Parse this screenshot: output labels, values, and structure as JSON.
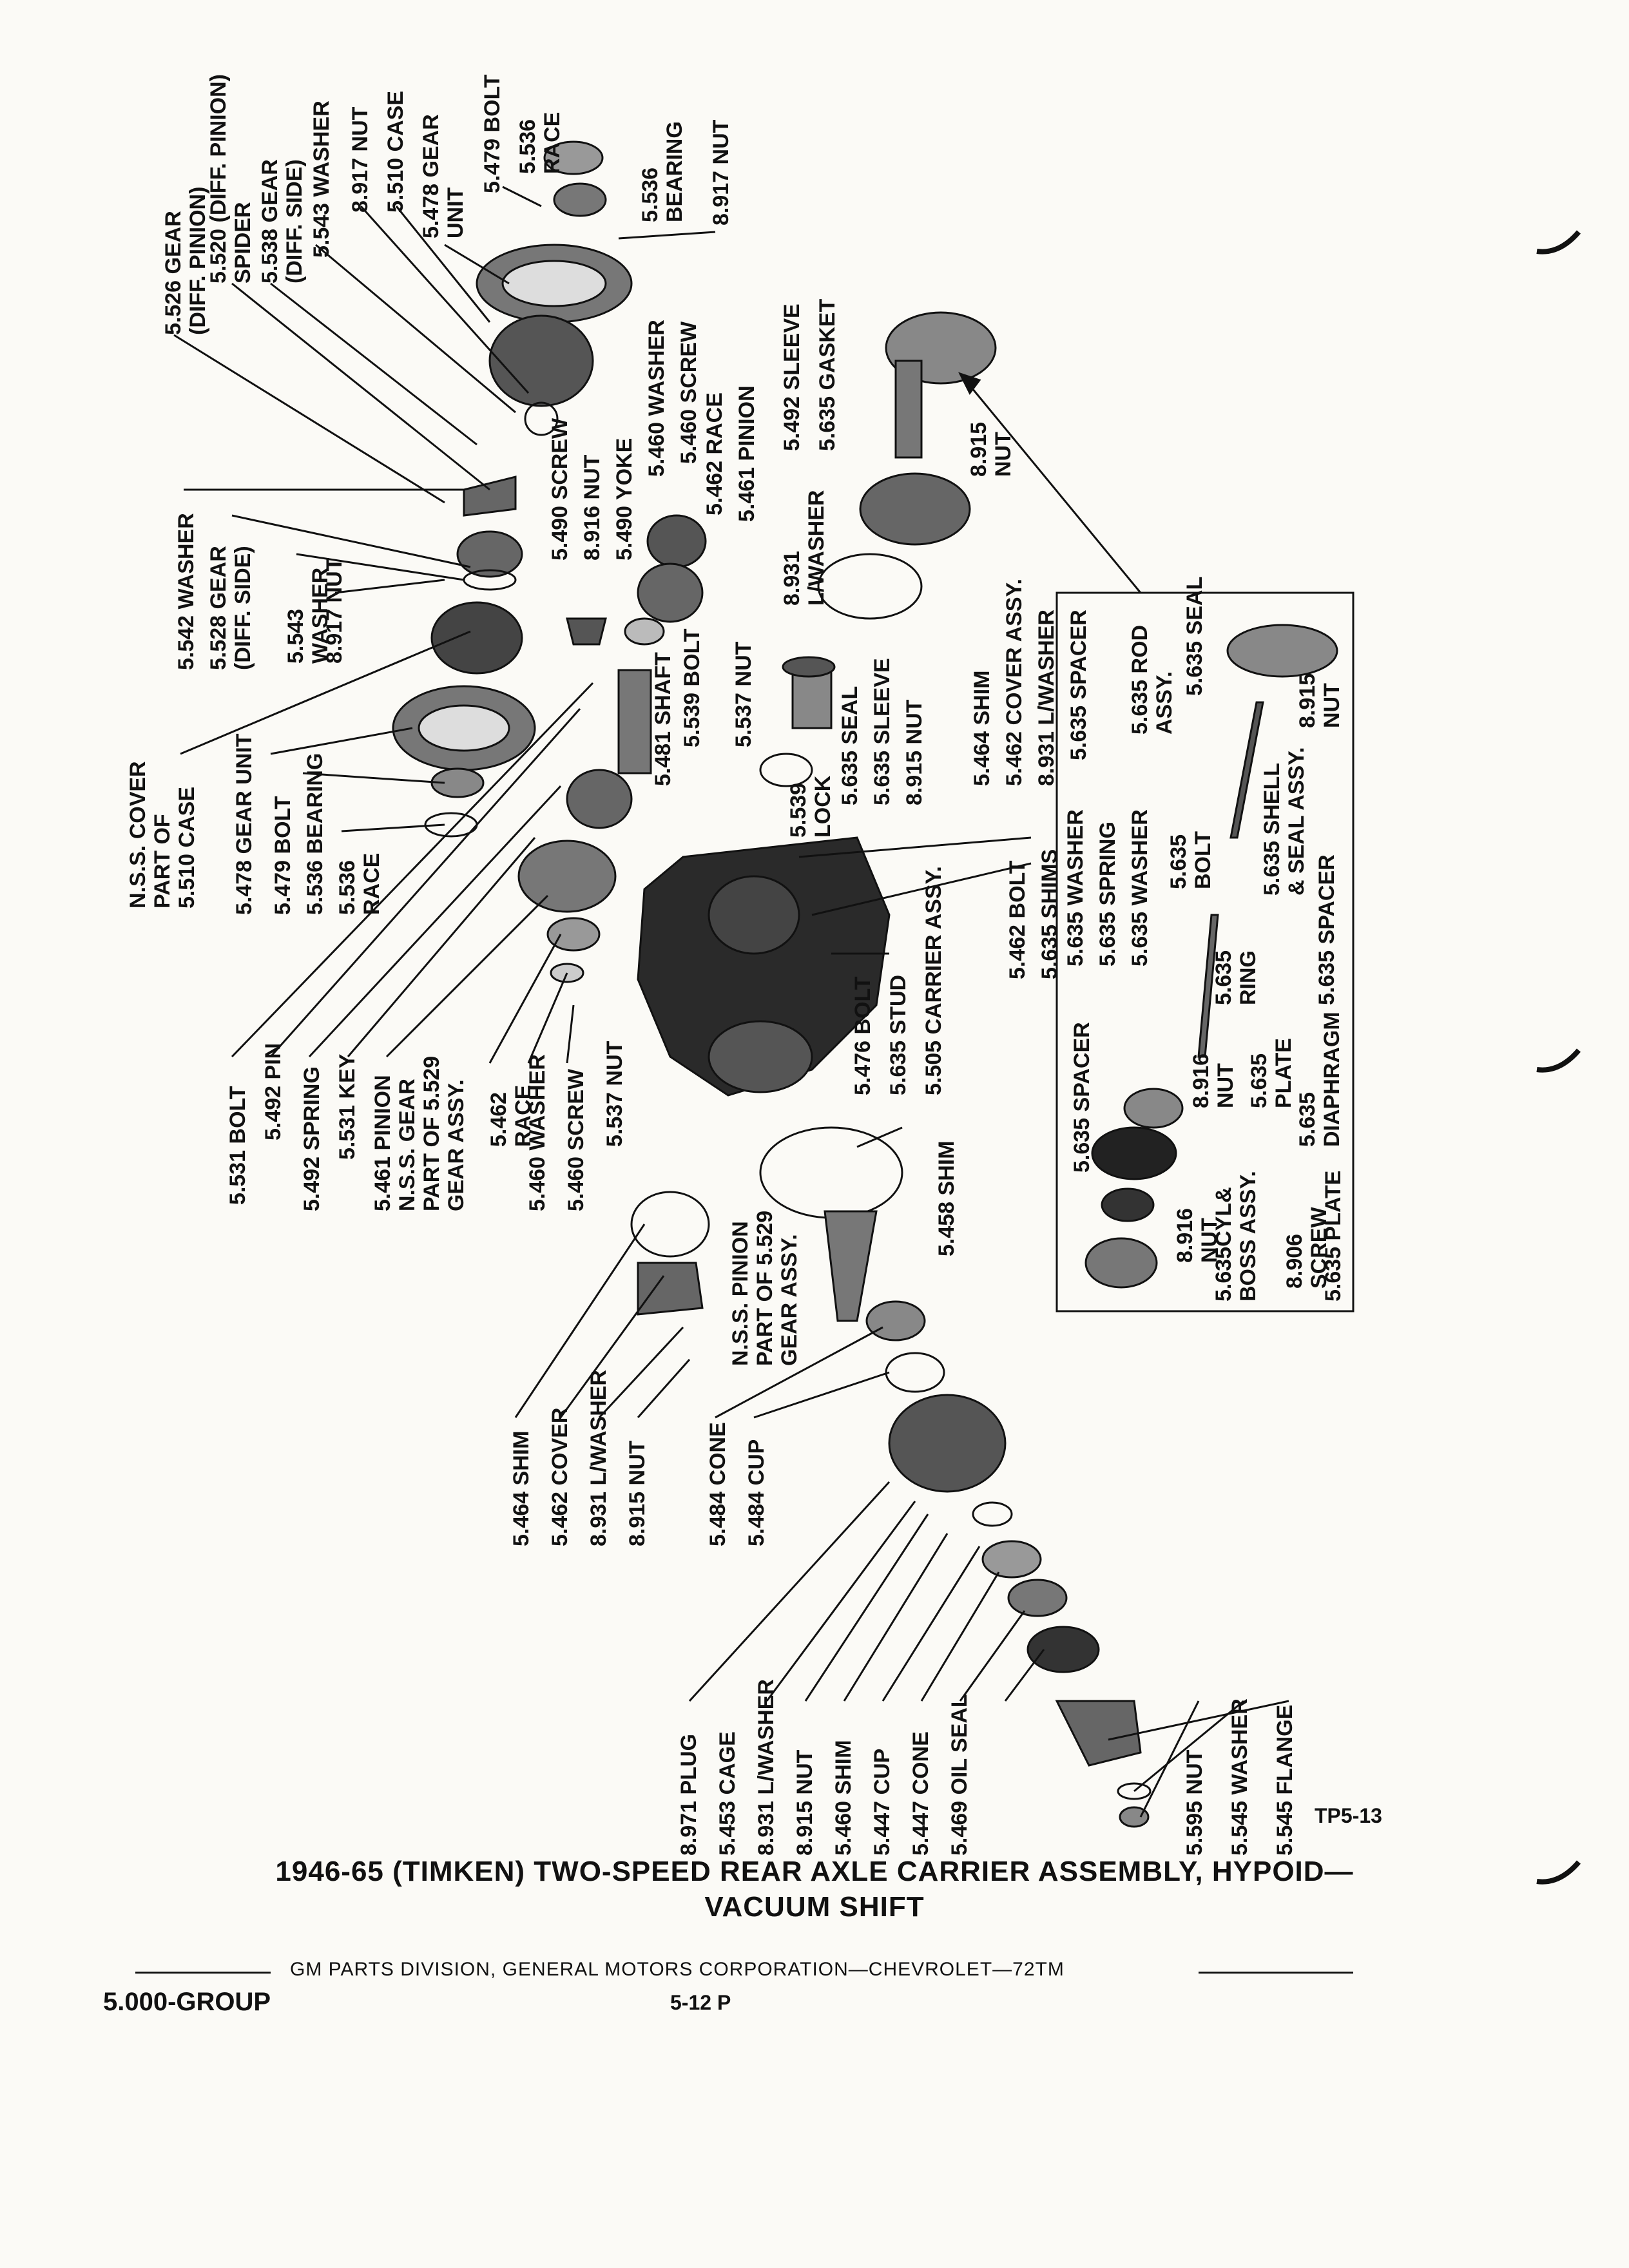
{
  "diagram": {
    "figure_code": "TP5-13",
    "labels": [
      {
        "id": "gear-diff-pinion",
        "text": "5.526 GEAR\n(DIFF. PINION)"
      },
      {
        "id": "spider",
        "text": "5.520 (DIFF. PINION)\nSPIDER"
      },
      {
        "id": "gear-diff-side",
        "text": "5.538 GEAR\n(DIFF. SIDE)"
      },
      {
        "id": "washer-543-top",
        "text": "5.543 WASHER"
      },
      {
        "id": "nut-917-top",
        "text": "8.917 NUT"
      },
      {
        "id": "case-510-top",
        "text": "5.510 CASE"
      },
      {
        "id": "gear-unit-478-top",
        "text": "5.478 GEAR\nUNIT"
      },
      {
        "id": "bolt-479-top",
        "text": "5.479 BOLT"
      },
      {
        "id": "race-536-top",
        "text": "5.536\nRACE"
      },
      {
        "id": "bearing-536-top",
        "text": "5.536\nBEARING"
      },
      {
        "id": "nut-917-right",
        "text": "8.917 NUT"
      },
      {
        "id": "washer-460-top",
        "text": "5.460 WASHER"
      },
      {
        "id": "screw-460-top",
        "text": "5.460 SCREW"
      },
      {
        "id": "race-462-top",
        "text": "5.462 RACE"
      },
      {
        "id": "pinion-461-top",
        "text": "5.461 PINION"
      },
      {
        "id": "sleeve-492",
        "text": "5.492 SLEEVE"
      },
      {
        "id": "gasket-635",
        "text": "5.635 GASKET"
      },
      {
        "id": "nut-915-top",
        "text": "8.915\nNUT"
      },
      {
        "id": "washer-542",
        "text": "5.542 WASHER"
      },
      {
        "id": "gear-528",
        "text": "5.528 GEAR\n(DIFF. SIDE)"
      },
      {
        "id": "washer-543-mid",
        "text": "5.543\nWASHER"
      },
      {
        "id": "nut-917-mid",
        "text": "8.917 NUT"
      },
      {
        "id": "screw-490",
        "text": "5.490 SCREW"
      },
      {
        "id": "nut-916-mid",
        "text": "8.916 NUT"
      },
      {
        "id": "yoke-490",
        "text": "5.490 YOKE"
      },
      {
        "id": "lwasher-931-mid",
        "text": "8.931\nL/WASHER"
      },
      {
        "id": "nut-537-mid",
        "text": "5.537 NUT"
      },
      {
        "id": "shaft-481",
        "text": "5.481 SHAFT"
      },
      {
        "id": "bolt-539",
        "text": "5.539 BOLT"
      },
      {
        "id": "seal-635-mid",
        "text": "5.635 SEAL"
      },
      {
        "id": "sleeve-635-mid",
        "text": "5.635 SLEEVE"
      },
      {
        "id": "nut-915-mid",
        "text": "8.915 NUT"
      },
      {
        "id": "lock-539",
        "text": "5.539\nLOCK"
      },
      {
        "id": "shim-464-top",
        "text": "5.464 SHIM"
      },
      {
        "id": "cover-462-top",
        "text": "5.462 COVER ASSY."
      },
      {
        "id": "lwasher-931-right",
        "text": "8.931 L/WASHER"
      },
      {
        "id": "nss-cover",
        "text": "N.S.S. COVER\nPART OF\n5.510 CASE"
      },
      {
        "id": "gear-unit-478-mid",
        "text": "5.478 GEAR UNIT"
      },
      {
        "id": "bolt-479-mid",
        "text": "5.479 BOLT"
      },
      {
        "id": "bearing-536-mid",
        "text": "5.536 BEARING"
      },
      {
        "id": "race-536-mid",
        "text": "5.536\nRACE"
      },
      {
        "id": "bolt-462",
        "text": "5.462 BOLT"
      },
      {
        "id": "shims-635",
        "text": "5.635 SHIMS"
      },
      {
        "id": "bolt-531",
        "text": "5.531 BOLT"
      },
      {
        "id": "pin-492",
        "text": "5.492 PIN"
      },
      {
        "id": "spring-492",
        "text": "5.492 SPRING"
      },
      {
        "id": "key-531",
        "text": "5.531 KEY"
      },
      {
        "id": "pinion-461-nss",
        "text": "5.461 PINION\nN.S.S. GEAR\nPART OF 5.529\nGEAR ASSY."
      },
      {
        "id": "race-462-mid",
        "text": "5.462\nRACE"
      },
      {
        "id": "washer-460-mid",
        "text": "5.460 WASHER"
      },
      {
        "id": "screw-460-mid",
        "text": "5.460 SCREW"
      },
      {
        "id": "nut-537-low",
        "text": "5.537 NUT"
      },
      {
        "id": "bolt-476",
        "text": "5.476 BOLT"
      },
      {
        "id": "stud-635",
        "text": "5.635 STUD"
      },
      {
        "id": "carrier-505",
        "text": "5.505 CARRIER ASSY."
      },
      {
        "id": "shim-458",
        "text": "5.458 SHIM"
      },
      {
        "id": "nss-pinion",
        "text": "N.S.S. PINION\nPART OF 5.529\nGEAR ASSY."
      },
      {
        "id": "shim-464-low",
        "text": "5.464 SHIM"
      },
      {
        "id": "cover-462-low",
        "text": "5.462 COVER"
      },
      {
        "id": "lwasher-931-low",
        "text": "8.931 L/WASHER"
      },
      {
        "id": "nut-915-low",
        "text": "8.915 NUT"
      },
      {
        "id": "cone-484",
        "text": "5.484 CONE"
      },
      {
        "id": "cup-484",
        "text": "5.484 CUP"
      },
      {
        "id": "plug-971",
        "text": "8.971 PLUG"
      },
      {
        "id": "cage-453",
        "text": "5.453 CAGE"
      },
      {
        "id": "lwasher-931-bottom",
        "text": "8.931 L/WASHER"
      },
      {
        "id": "nut-915-bottom",
        "text": "8.915 NUT"
      },
      {
        "id": "shim-460",
        "text": "5.460 SHIM"
      },
      {
        "id": "cup-447",
        "text": "5.447 CUP"
      },
      {
        "id": "cone-447",
        "text": "5.447 CONE"
      },
      {
        "id": "oilseal-469",
        "text": "5.469 OIL SEAL"
      },
      {
        "id": "nut-595",
        "text": "5.595 NUT"
      },
      {
        "id": "washer-545",
        "text": "5.545 WASHER"
      },
      {
        "id": "flange-545",
        "text": "5.545 FLANGE"
      },
      {
        "id": "spacer-635-box-top",
        "text": "5.635 SPACER"
      },
      {
        "id": "rod-635",
        "text": "5.635 ROD\nASSY."
      },
      {
        "id": "seal-635-box",
        "text": "5.635 SEAL"
      },
      {
        "id": "nut-915-box",
        "text": "8.915\nNUT"
      },
      {
        "id": "bolt-635-box",
        "text": "5.635\nBOLT"
      },
      {
        "id": "shell-635",
        "text": "5.635 SHELL\n& SEAL ASSY."
      },
      {
        "id": "washer-635-a",
        "text": "5.635 WASHER"
      },
      {
        "id": "spring-635",
        "text": "5.635 SPRING"
      },
      {
        "id": "washer-635-b",
        "text": "5.635 WASHER"
      },
      {
        "id": "ring-635",
        "text": "5.635\nRING"
      },
      {
        "id": "spacer-635-box-mid",
        "text": "5.635 SPACER"
      },
      {
        "id": "spacer-635-box-low",
        "text": "5.635 SPACER"
      },
      {
        "id": "nut-916-box",
        "text": "8.916\nNUT"
      },
      {
        "id": "plate-635-box",
        "text": "5.635\nPLATE"
      },
      {
        "id": "diaphragm-635",
        "text": "5.635\nDIAPHRAGM"
      },
      {
        "id": "nut-916-box-low",
        "text": "8.916\nNUT"
      },
      {
        "id": "cyl-635",
        "text": "5.635CYL&\nBOSS ASSY."
      },
      {
        "id": "screw-906",
        "text": "8.906\nSCREW"
      },
      {
        "id": "plate-635-bottom",
        "text": "5.635 PLATE"
      }
    ]
  },
  "title": {
    "line1": "1946-65 (TIMKEN) TWO-SPEED REAR AXLE CARRIER ASSEMBLY, HYPOID—",
    "line2": "VACUUM SHIFT"
  },
  "footer": {
    "division": "GM PARTS DIVISION, GENERAL MOTORS CORPORATION—CHEVROLET—72TM",
    "group": "5.000-GROUP",
    "page": "5-12 P"
  }
}
